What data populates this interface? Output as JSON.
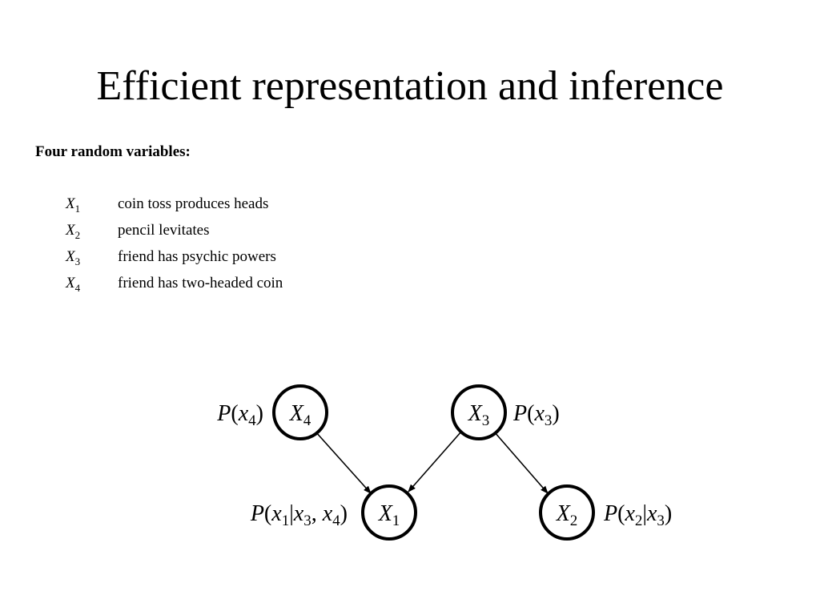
{
  "slide": {
    "title": "Efficient representation and inference",
    "subtitle": "Four random variables:"
  },
  "variables": [
    {
      "symbol": "X",
      "index": "1",
      "description": "coin toss produces heads"
    },
    {
      "symbol": "X",
      "index": "2",
      "description": "pencil levitates"
    },
    {
      "symbol": "X",
      "index": "3",
      "description": "friend has psychic powers"
    },
    {
      "symbol": "X",
      "index": "4",
      "description": "friend has two-headed coin"
    }
  ],
  "network": {
    "nodes": [
      {
        "id": "x4",
        "symbol": "X",
        "index": "4"
      },
      {
        "id": "x3",
        "symbol": "X",
        "index": "3"
      },
      {
        "id": "x1",
        "symbol": "X",
        "index": "1"
      },
      {
        "id": "x2",
        "symbol": "X",
        "index": "2"
      }
    ],
    "edges": [
      {
        "from": "X4",
        "to": "X1"
      },
      {
        "from": "X3",
        "to": "X1"
      },
      {
        "from": "X3",
        "to": "X2"
      }
    ],
    "distributions": {
      "x4": {
        "p": "P",
        "open": "(",
        "v": "x",
        "vi": "4",
        "close": ")"
      },
      "x3": {
        "p": "P",
        "open": "(",
        "v": "x",
        "vi": "3",
        "close": ")"
      },
      "x1": {
        "p": "P",
        "open": "(",
        "v": "x",
        "vi": "1",
        "bar": "|",
        "c1": "x",
        "c1i": "3",
        "comma": ", ",
        "c2": "x",
        "c2i": "4",
        "close": ")"
      },
      "x2": {
        "p": "P",
        "open": "(",
        "v": "x",
        "vi": "2",
        "bar": "|",
        "c1": "x",
        "c1i": "3",
        "close": ")"
      }
    }
  }
}
